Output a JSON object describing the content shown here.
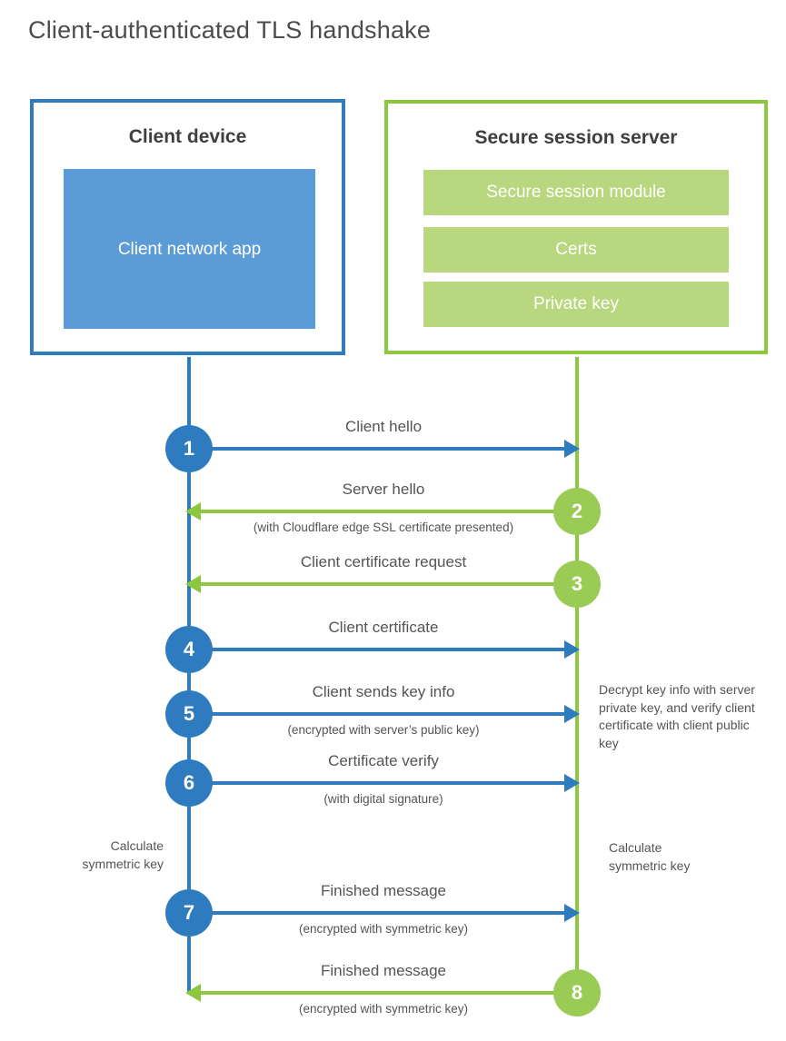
{
  "title": "Client-authenticated TLS handshake",
  "colors": {
    "blue_line": "#2e7bbf",
    "blue_module_fill": "#5c9cd6",
    "green_line": "#8dc63f",
    "green_badge_fill": "#9acc55",
    "green_module_fill": "#b9d77e",
    "heading_text": "#3f3f3f",
    "label_text": "#545454"
  },
  "client_box": {
    "title": "Client device",
    "module": "Client network app"
  },
  "server_box": {
    "title": "Secure session server",
    "modules": [
      "Secure session module",
      "Certs",
      "Private key"
    ]
  },
  "steps": [
    {
      "number": "1",
      "actor": "client",
      "direction": "right",
      "label": "Client hello",
      "sublabel": ""
    },
    {
      "number": "2",
      "actor": "server",
      "direction": "left",
      "label": "Server hello",
      "sublabel": "(with Cloudflare edge SSL certificate presented)"
    },
    {
      "number": "3",
      "actor": "server",
      "direction": "left",
      "label": "Client certificate request",
      "sublabel": ""
    },
    {
      "number": "4",
      "actor": "client",
      "direction": "right",
      "label": "Client certificate",
      "sublabel": ""
    },
    {
      "number": "5",
      "actor": "client",
      "direction": "right",
      "label": "Client sends key info",
      "sublabel": "(encrypted with server’s public key)"
    },
    {
      "number": "6",
      "actor": "client",
      "direction": "right",
      "label": "Certificate verify",
      "sublabel": "(with digital signature)"
    },
    {
      "number": "7",
      "actor": "client",
      "direction": "right",
      "label": "Finished message",
      "sublabel": "(encrypted with symmetric key)"
    },
    {
      "number": "8",
      "actor": "server",
      "direction": "left",
      "label": "Finished message",
      "sublabel": "(encrypted with symmetric key)"
    }
  ],
  "notes": {
    "client_calculate": "Calculate symmetric key",
    "server_decrypt": "Decrypt key info with server private key, and verify client certificate with client public key",
    "server_calculate": "Calculate symmetric key"
  }
}
